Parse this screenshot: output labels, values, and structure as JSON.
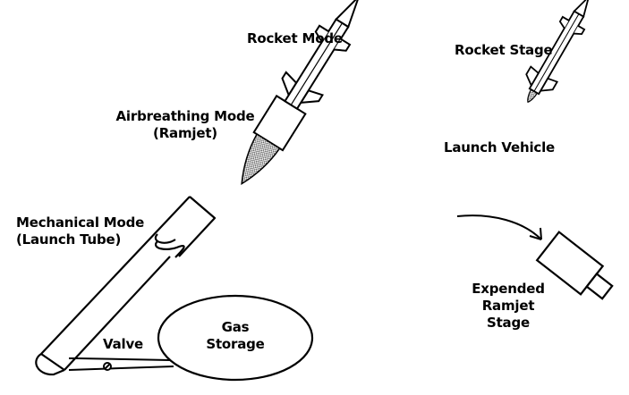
{
  "labels": {
    "rocket_mode": "Rocket Mode",
    "airbreathing_mode_line1": "Airbreathing Mode",
    "airbreathing_mode_line2": "(Ramjet)",
    "mechanical_mode_line1": "Mechanical Mode",
    "mechanical_mode_line2": "(Launch Tube)",
    "valve": "Valve",
    "gas_storage_line1": "Gas",
    "gas_storage_line2": "Storage",
    "rocket_stage": "Rocket Stage",
    "launch_vehicle": "Launch Vehicle",
    "expended_line1": "Expended",
    "expended_line2": "Ramjet",
    "expended_line3": "Stage"
  },
  "colors": {
    "ink": "#000000",
    "background": "#ffffff",
    "plume_hatch": "#555555"
  }
}
